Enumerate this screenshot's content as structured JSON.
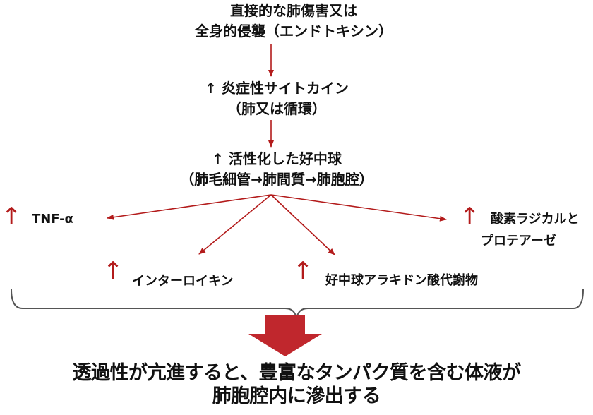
{
  "colors": {
    "arrow": "#b31b1b",
    "text": "#111111",
    "brace": "#555555"
  },
  "nodes": {
    "injury": {
      "line1": "直接的な肺傷害又は",
      "line2": "全身的侵襲（エンドトキシン）"
    },
    "cytokines": {
      "line1": "↑ 炎症性サイトカイン",
      "line2": "（肺又は循環）"
    },
    "neutrophils": {
      "line1": "↑ 活性化した好中球",
      "line2": "（肺毛細管→肺間質→肺胞腔）"
    },
    "tnf": {
      "arrow": "↑",
      "label": "TNF-α"
    },
    "interleukin": {
      "arrow": "↑",
      "label": "インターロイキン"
    },
    "arachidonic": {
      "arrow": "↑",
      "label": "好中球アラキドン酸代謝物"
    },
    "radicals": {
      "arrow": "↑",
      "line1": "酸素ラジカルと",
      "line2": "プロテアーゼ"
    }
  },
  "conclusion": {
    "line1": "透過性が亢進すると、豊富なタンパク質を含む体液が",
    "line2": "肺胞腔内に滲出する"
  }
}
